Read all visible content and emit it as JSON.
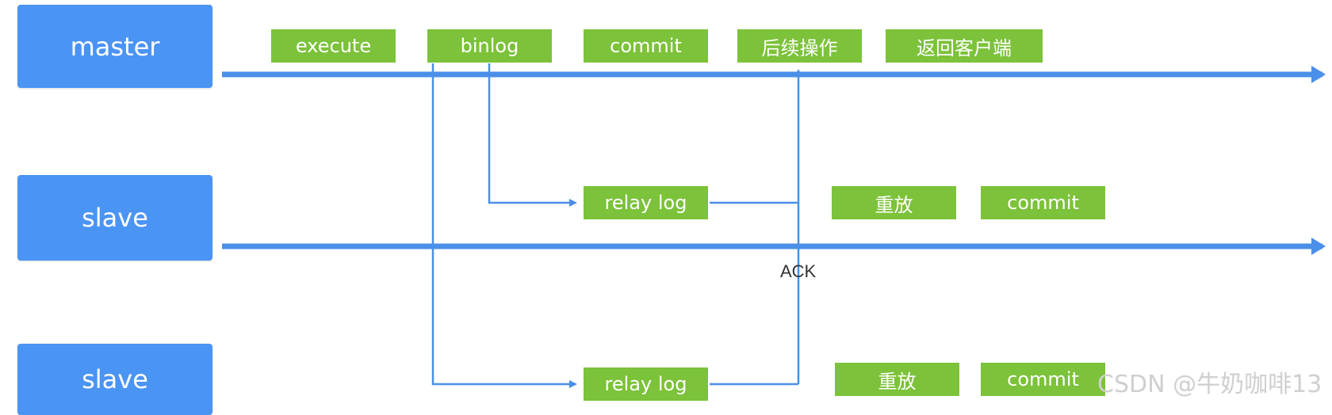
{
  "nodes": {
    "master": "master",
    "slave_1": "slave",
    "slave_2": "slave"
  },
  "master_steps": [
    "execute",
    "binlog",
    "commit",
    "后续操作",
    "返回客户端"
  ],
  "slave_1_steps": [
    "relay log",
    "重放",
    "commit"
  ],
  "slave_2_steps": [
    "relay log",
    "重放",
    "commit"
  ],
  "ack_label": "ACK",
  "watermark": "CSDN @牛奶咖啡13",
  "colors": {
    "node_fill": "#4a94f4",
    "step_fill": "#7cc23a",
    "arrow": "#4a8fe8"
  }
}
